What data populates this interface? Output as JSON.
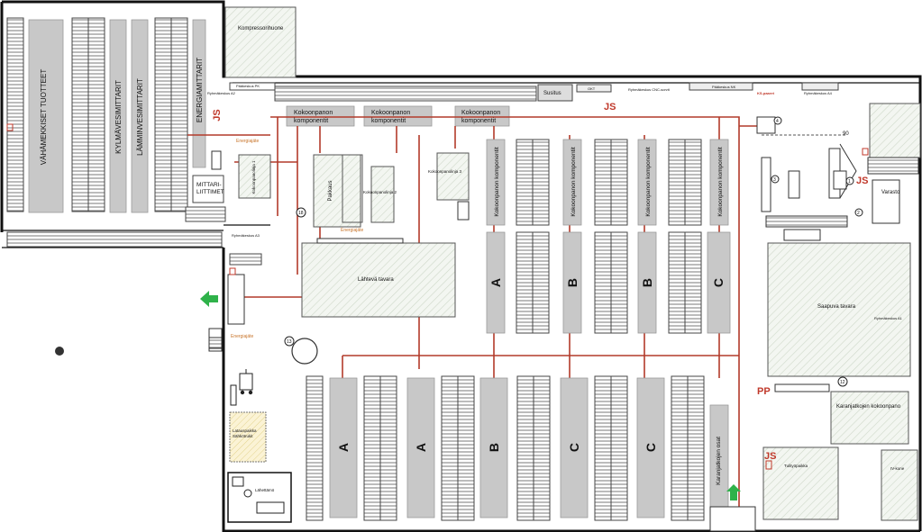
{
  "labels": {
    "vahamekkiset": "VÄHÄMEKKISET TUOTTEET",
    "kylmavesi": "KYLMÄVESIMITTARIT",
    "lamminvesi": "LÄMMINVESIMITTARIT",
    "energia": "ENERGIAMITTARIT",
    "mittari_liittimet_1": "MITTARI-",
    "mittari_liittimet_2": "LIITTIMET",
    "kompressori": "Kompressorihuone",
    "susitus": "Susitus",
    "varasto": "Varasto",
    "pakkaus": "Pakkaus",
    "lahteva": "Lähtevä tavara",
    "saapuva": "Saapuva tavara",
    "karanjatko_kokoonpano": "Karanjatkojen kokoonpano",
    "karanjatko_osat": "Karanjatkojen osat",
    "tulityopaikka": "Tulityöpaikka",
    "iv_kone": "IV-kone",
    "lataus_1": "Latauspaikka",
    "lataus_2": "Sähkötrukit",
    "lahettamo": "Lähettämö",
    "kokoonpano_komp_1": "Kokoonpanon",
    "kokoonpano_komp_2": "komponentit",
    "kokoonpano_vertical": "Kokoonpanon komponentit",
    "kokoonpanolinja_1": "Kokoonpanolinja 1",
    "kokoonpanolinja_2": "Kokoonpanolinja 2",
    "kokoonpanolinja_3": "Kokoonpanolinja 3",
    "paakeskus": "Pääkeskus PK",
    "paakeskus_nk": "Pääkeskus NK",
    "ryhmakeskus_a2": "Ryhmäkeskus A2",
    "ryhmakeskus_a3": "Ryhmäkeskus A3",
    "ryhmakeskus_a4": "Ryhmäkeskus A4",
    "ryhmakeskus_cnc": "Ryhmäkeskus CNC-sorvit",
    "ryhmakeskus_a1": "Ryhmäkeskus A1",
    "ryhmakeskus_ks": "KS-paaret",
    "energiajate": "Energiajäte",
    "js": "JS",
    "pp": "PP",
    "okt": "OKT"
  },
  "rack_labels": {
    "top_row": [
      "A",
      "B",
      "B",
      "C"
    ],
    "bottom_row": [
      "A",
      "A",
      "B",
      "C",
      "C"
    ]
  },
  "numbers": [
    "18",
    "13",
    "12",
    "1",
    "2",
    "3",
    "4",
    "90"
  ],
  "colors": {
    "wall": "#111111",
    "pipe": "#b23a2a",
    "rack_block": "#c8c8c8",
    "exit_arrow": "#2fb24a",
    "safety": "#c0392b",
    "energy": "#c8742a"
  },
  "icons": [
    "exit-arrow-icon",
    "fire-extinguisher-icon",
    "smoke-detector-icon",
    "forklift-icon",
    "desk-icon"
  ]
}
